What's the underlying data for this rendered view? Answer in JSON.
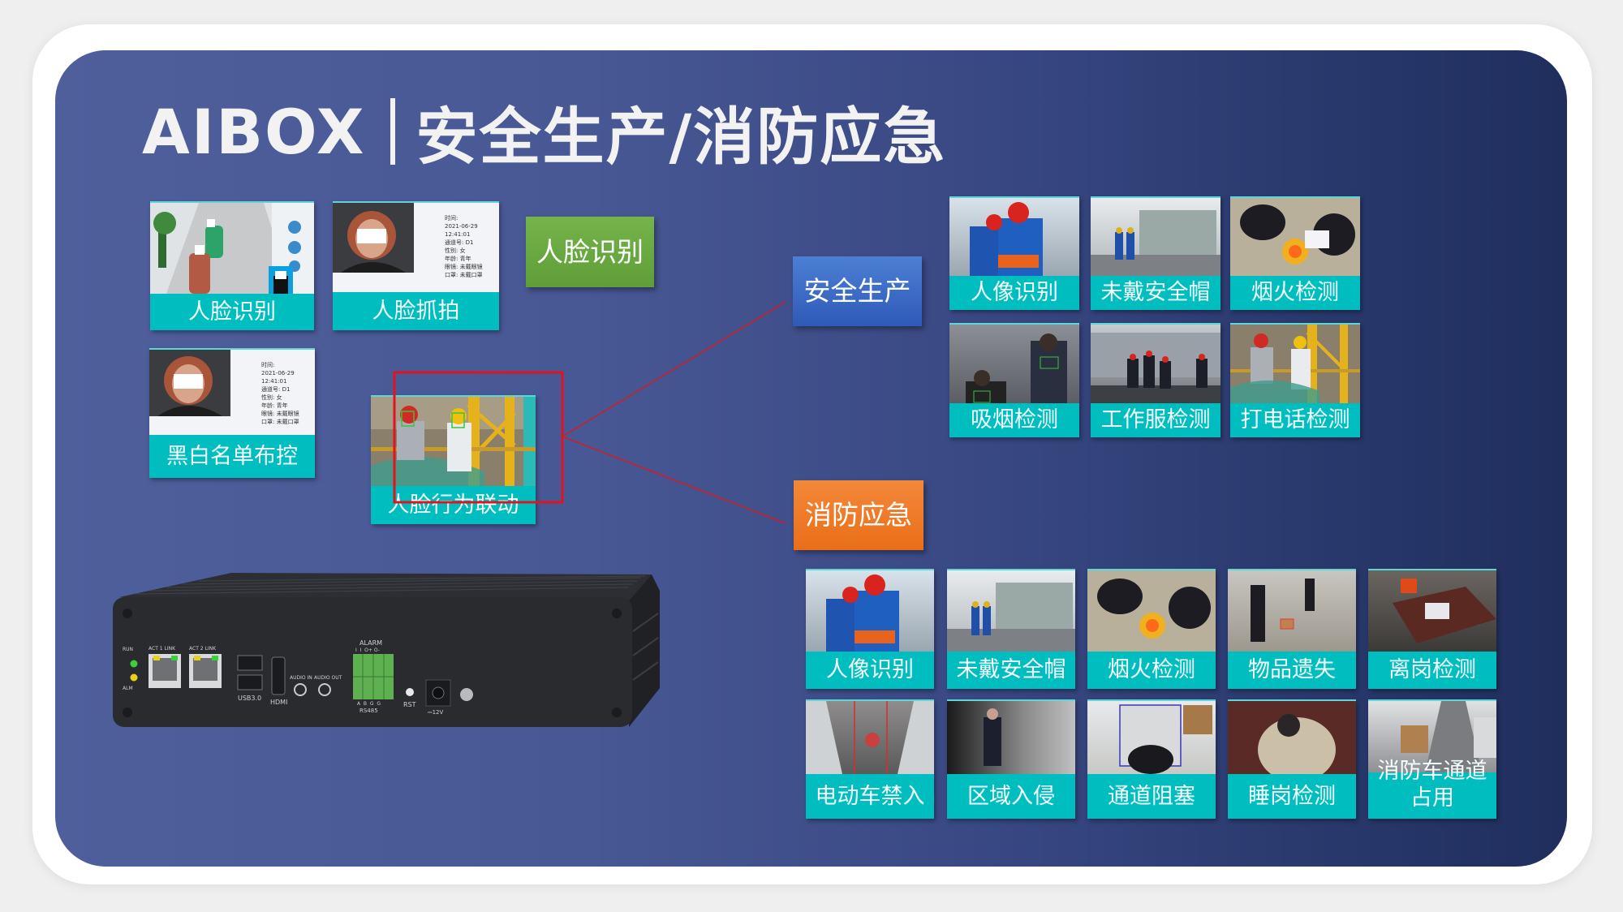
{
  "title": {
    "brand": "AIBOX",
    "subtitle": "安全生产/消防应急"
  },
  "face_cards": [
    {
      "label": "人脸识别"
    },
    {
      "label": "人脸抓拍",
      "info": [
        "时间:",
        "2021-06-29 12:41:01",
        "通道号: D1",
        "性别: 女",
        "年龄: 青年",
        "眼镜: 未戴眼镜",
        "口罩: 未戴口罩"
      ]
    },
    {
      "label": "黑白名单布控",
      "info": [
        "时间:",
        "2021-06-29 12:41:01",
        "通道号: D1",
        "性别: 女",
        "年龄: 青年",
        "眼镜: 未戴眼镜",
        "口罩: 未戴口罩"
      ]
    }
  ],
  "behavior_card": {
    "label": "人脸行为联动"
  },
  "categories": {
    "face": {
      "label": "人脸识别",
      "color": "#68a840"
    },
    "safety": {
      "label": "安全生产",
      "color": "#3a6ac4"
    },
    "fire": {
      "label": "消防应急",
      "color": "#f07a2a"
    }
  },
  "safety_grid": [
    {
      "label": "人像识别"
    },
    {
      "label": "未戴安全帽"
    },
    {
      "label": "烟火检测"
    },
    {
      "label": "吸烟检测"
    },
    {
      "label": "工作服检测"
    },
    {
      "label": "打电话检测"
    }
  ],
  "fire_grid": [
    {
      "label": "人像识别"
    },
    {
      "label": "未戴安全帽"
    },
    {
      "label": "烟火检测"
    },
    {
      "label": "物品遗失"
    },
    {
      "label": "离岗检测"
    },
    {
      "label": "电动车禁入"
    },
    {
      "label": "区域入侵"
    },
    {
      "label": "通道阻塞"
    },
    {
      "label": "睡岗检测"
    },
    {
      "label": "消防车通道占用"
    }
  ],
  "device": {
    "leds": [
      "RUN",
      "ALM"
    ],
    "ports": {
      "lan1": "ACT 1 LINK",
      "lan2": "ACT 2 LINK",
      "usb": "USB3.0",
      "hdmi": "HDMI",
      "audio_in": "AUDIO IN",
      "audio_out": "AUDIO OUT",
      "alarm": "ALARM",
      "alarm_pins": "I  I  O+ O-",
      "rs485": "RS485",
      "rs485_pins": "A  B  G  G",
      "reset": "RST",
      "power": "⎓12V"
    }
  },
  "colors": {
    "teal": "#00bec0",
    "highlight_red": "#e0141e",
    "panel_left": "#4f5f9c",
    "panel_right": "#1f2e5d"
  }
}
